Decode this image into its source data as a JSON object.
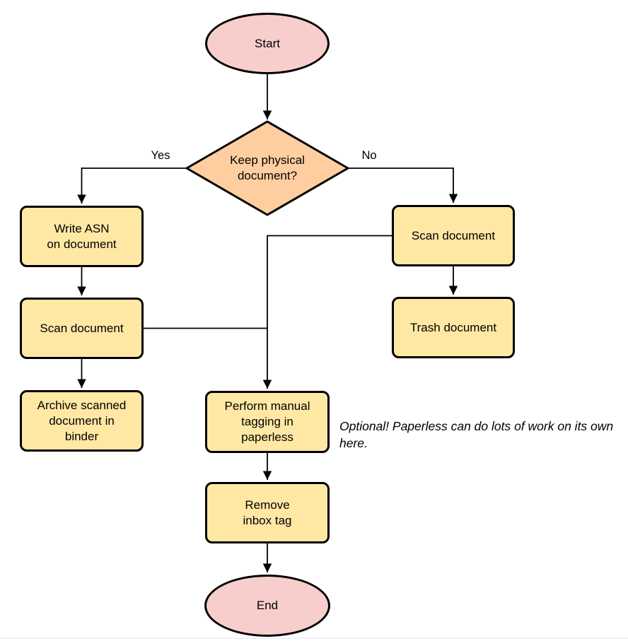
{
  "diagram": {
    "nodes": {
      "start": {
        "label": "Start"
      },
      "decision": {
        "label": "Keep physical\ndocument?"
      },
      "write_asn": {
        "label": "Write ASN\non document"
      },
      "scan_left": {
        "label": "Scan document"
      },
      "archive": {
        "label": "Archive scanned\ndocument in\nbinder"
      },
      "scan_right": {
        "label": "Scan document"
      },
      "trash": {
        "label": "Trash document"
      },
      "tagging": {
        "label": "Perform manual\ntagging in\npaperless"
      },
      "remove_inbox": {
        "label": "Remove\ninbox tag"
      },
      "end": {
        "label": "End"
      }
    },
    "edge_labels": {
      "yes": "Yes",
      "no": "No"
    },
    "note": "Optional! Paperless can do lots of work on its own here.",
    "colors": {
      "terminal_fill": "#F8CECD",
      "decision_fill": "#FFCEA0",
      "process_fill": "#FFE8A4",
      "stroke": "#000000",
      "divider": "#EEF0F2"
    }
  }
}
